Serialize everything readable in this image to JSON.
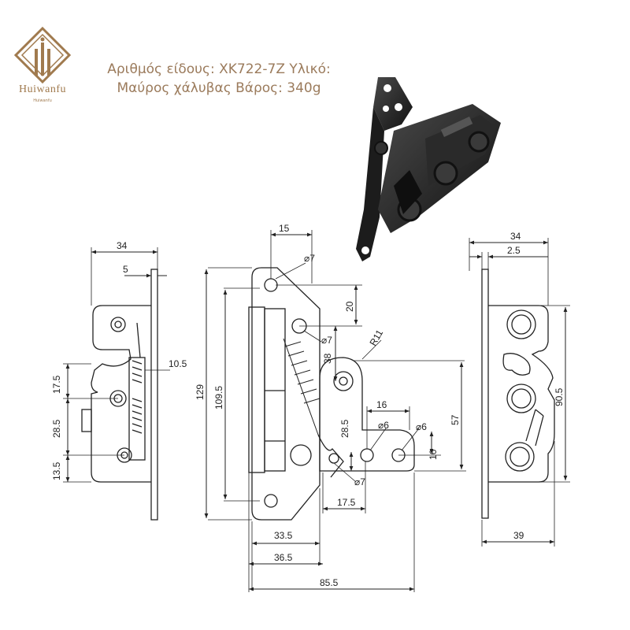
{
  "brand": {
    "name": "Huiwanfu",
    "tagline": "Huiwanfu",
    "color": "#a07a4e"
  },
  "spec": {
    "line1": "Αριθμός είδους: XK722-7Z Υλικό:",
    "line2": "Μαύρος χάλυβας Βάρος: 340g",
    "color": "#9b7b5c"
  },
  "left_view": {
    "dim_width": "34",
    "dim_flange": "5",
    "dim_slot": "10.5",
    "dim_a": "17.5",
    "dim_b": "28.5",
    "dim_c": "13.5"
  },
  "center_view": {
    "dim_top": "15",
    "dim_hole1": "⌀7",
    "dim_hole2": "⌀7",
    "dim_hole3": "⌀7",
    "dim_20": "20",
    "dim_r11": "R11",
    "dim_38": "38",
    "dim_height_total": "129",
    "dim_height_inner": "109.5",
    "dim_90_5": "90.5",
    "dim_57": "57",
    "dim_16a": "16",
    "dim_16b": "16",
    "dim_phi6a": "⌀6",
    "dim_phi6b": "⌀6",
    "dim_28_5": "28.5",
    "dim_17_5": "17.5",
    "dim_33_5": "33.5",
    "dim_36_5": "36.5",
    "dim_85_5": "85.5"
  },
  "right_view": {
    "dim_width": "34",
    "dim_flange": "2.5",
    "dim_bottom": "39"
  }
}
